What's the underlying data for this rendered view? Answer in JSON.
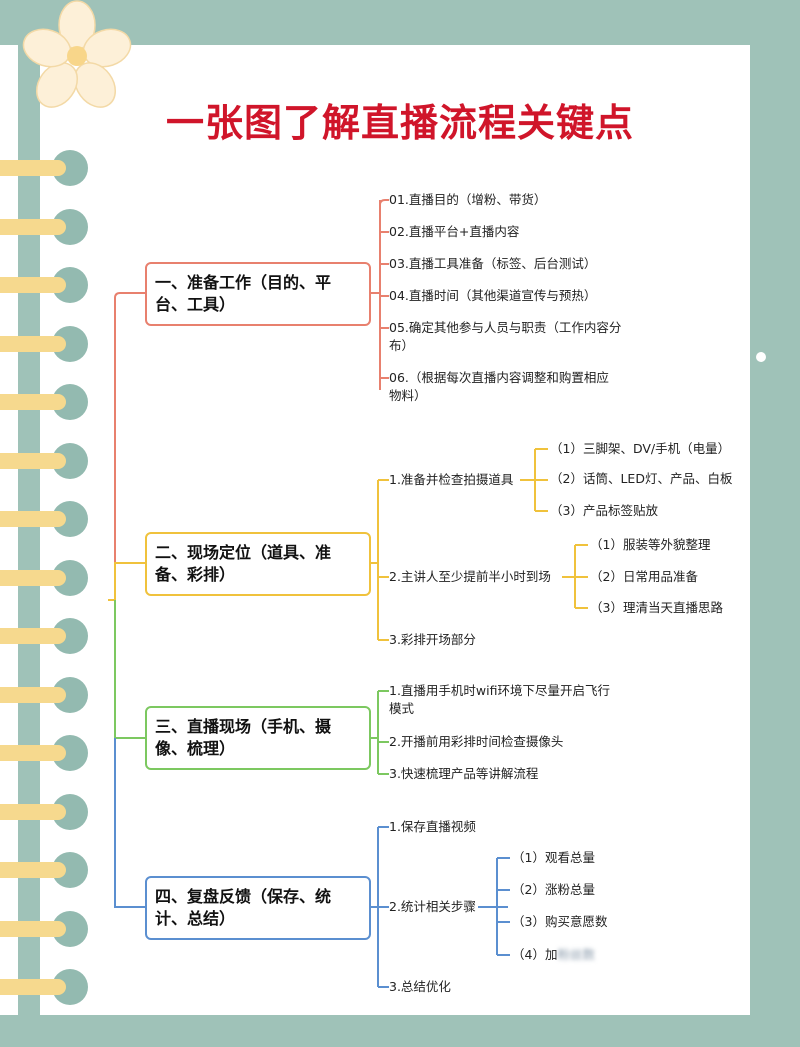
{
  "title": "一张图了解直播流程关键点",
  "colors": {
    "background": "#9fc2b8",
    "title": "#d0152a",
    "branch1": "#e8806e",
    "branch2": "#f0c23c",
    "branch3": "#7cc860",
    "branch4": "#5b8fd0"
  },
  "branches": [
    {
      "label": "一、准备工作（目的、平台、工具）",
      "items": [
        "01.直播目的（增粉、带货）",
        "02.直播平台+直播内容",
        "03.直播工具准备（标签、后台测试）",
        "04.直播时间（其他渠道宣传与预热）",
        "05.确定其他参与人员与职责（工作内容分布）",
        "06.（根据每次直播内容调整和购置相应物料）"
      ]
    },
    {
      "label": "二、现场定位（道具、准备、彩排）",
      "items": [
        "1.准备并检查拍摄道具",
        "2.主讲人至少提前半小时到场",
        "3.彩排开场部分"
      ],
      "sub1": [
        "（1）三脚架、DV/手机（电量）",
        "（2）话筒、LED灯、产品、白板",
        "（3）产品标签贴放"
      ],
      "sub2": [
        "（1）服装等外貌整理",
        "（2）日常用品准备",
        "（3）理清当天直播思路"
      ]
    },
    {
      "label": "三、直播现场（手机、摄像、梳理）",
      "items": [
        "1.直播用手机时wifi环境下尽量开启飞行模式",
        "2.开播前用彩排时间检查摄像头",
        "3.快速梳理产品等讲解流程"
      ]
    },
    {
      "label": "四、复盘反馈（保存、统计、总结）",
      "items": [
        "1.保存直播视频",
        "2.统计相关步骤",
        "3.总结优化"
      ],
      "sub2": [
        "（1）观看总量",
        "（2）涨粉总量",
        "（3）购买意愿数",
        "（4）加"
      ],
      "blurred": "粉丝数"
    }
  ]
}
